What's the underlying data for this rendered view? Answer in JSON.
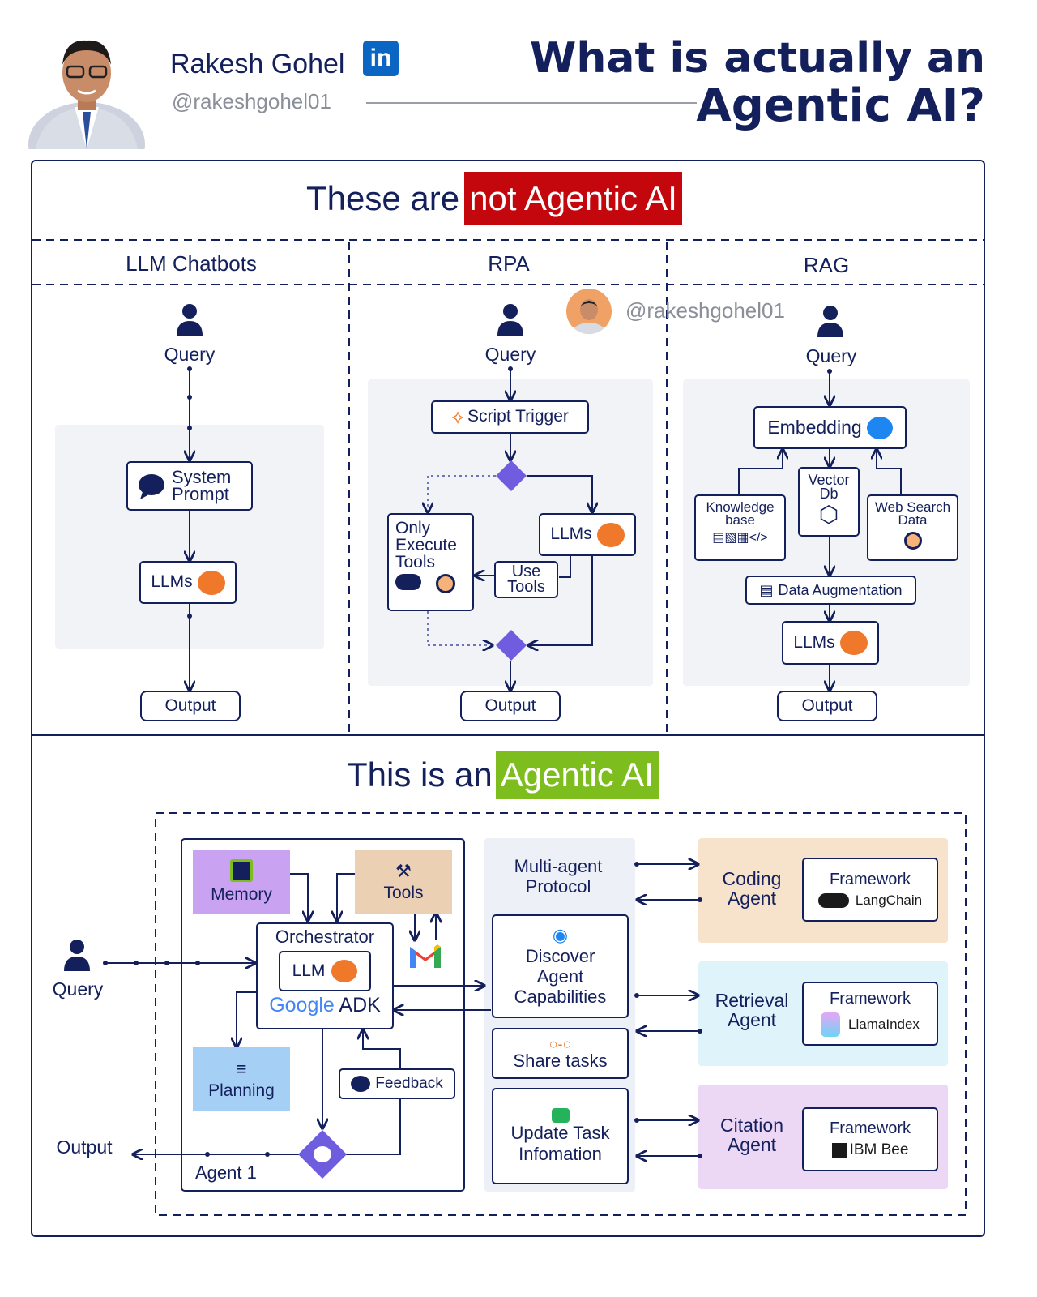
{
  "header": {
    "author_name": "Rakesh Gohel",
    "handle": "@rakeshgohel01",
    "linkedin_badge": "in",
    "title_line1": "What is actually an",
    "title_line2": "Agentic AI?"
  },
  "watermark": "@rakeshgohel01",
  "not_agentic": {
    "heading_prefix": "These are",
    "heading_highlight": "not Agentic AI",
    "columns": {
      "chatbots": {
        "title": "LLM Chatbots",
        "query": "Query",
        "system_prompt": "System Prompt",
        "llms": "LLMs",
        "output": "Output"
      },
      "rpa": {
        "title": "RPA",
        "query": "Query",
        "script_trigger": "Script Trigger",
        "only_execute_tools": "Only Execute Tools",
        "llms": "LLMs",
        "use_tools": "Use Tools",
        "output": "Output"
      },
      "rag": {
        "title": "RAG",
        "query": "Query",
        "embedding": "Embedding",
        "knowledge_base": "Knowledge base",
        "vector_db": "Vector Db",
        "web_search": "Web Search Data",
        "data_augmentation": "Data Augmentation",
        "llms": "LLMs",
        "output": "Output",
        "code_glyph": "</>"
      }
    }
  },
  "agentic": {
    "heading_prefix": "This is an",
    "heading_highlight": "Agentic AI",
    "query": "Query",
    "output": "Output",
    "memory": "Memory",
    "tools": "Tools",
    "orchestrator": "Orchestrator",
    "llm": "LLM",
    "google": "Google",
    "adk": "ADK",
    "planning": "Planning",
    "feedback": "Feedback",
    "agent_label": "Agent 1",
    "protocol": "Multi-agent Protocol",
    "discover": "Discover Agent Capabilities",
    "share": "Share tasks",
    "update": "Update Task Infomation",
    "agents": [
      {
        "name": "Coding Agent",
        "framework_label": "Framework",
        "framework": "LangChain",
        "color": "#f7e3cc"
      },
      {
        "name": "Retrieval Agent",
        "framework_label": "Framework",
        "framework": "LlamaIndex",
        "color": "#dff3fb"
      },
      {
        "name": "Citation Agent",
        "framework_label": "Framework",
        "framework": "IBM Bee",
        "color": "#ecd7f5"
      }
    ]
  },
  "colors": {
    "navy": "#14205c",
    "red": "#c4070d",
    "green": "#7dbd1e",
    "orange": "#f0782a",
    "purple": "#6f5de0",
    "memory": "#c9a3f2",
    "tools": "#ecd0b3",
    "planning": "#a6cff5"
  }
}
